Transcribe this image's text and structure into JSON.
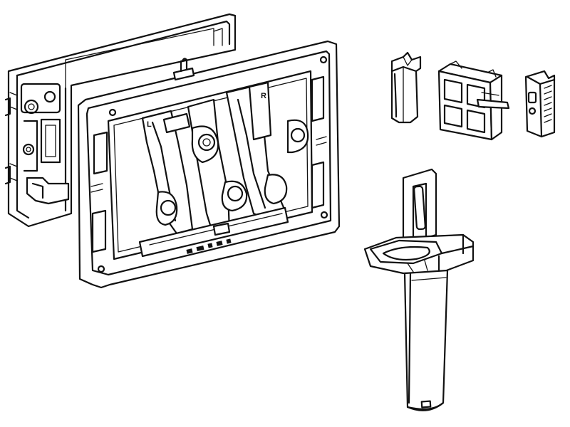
{
  "labels": {
    "left": "L",
    "right": "R"
  },
  "parts": [
    {
      "name": "rear-mounting-frame",
      "icon": "rear-frame-drawing"
    },
    {
      "name": "front-actuator-frame",
      "icon": "front-frame-drawing"
    },
    {
      "name": "plug-part",
      "icon": "plug-drawing"
    },
    {
      "name": "grid-block-part",
      "icon": "grid-block-drawing"
    },
    {
      "name": "clip-part",
      "icon": "clip-drawing"
    },
    {
      "name": "tube-guide-part",
      "icon": "tube-guide-drawing"
    }
  ],
  "colors": {
    "line": "#111111",
    "background": "#ffffff"
  }
}
